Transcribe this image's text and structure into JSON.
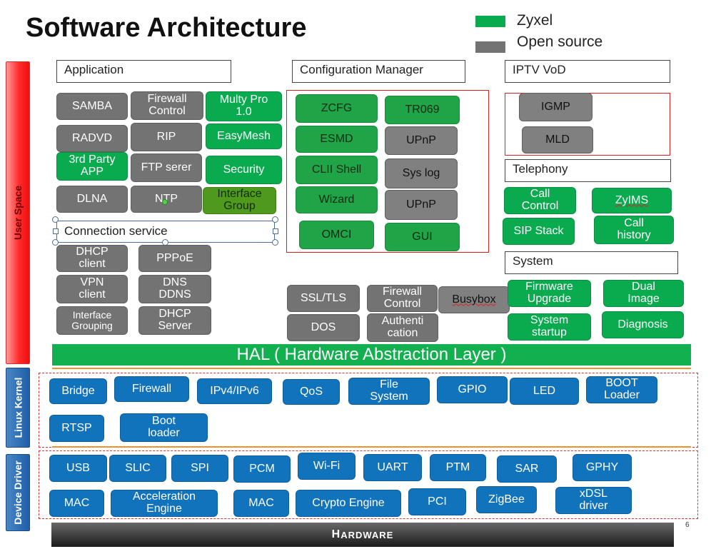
{
  "title": "Software Architecture",
  "legend": {
    "zyxel": "Zyxel",
    "open_source": "Open source",
    "colors": {
      "zyxel": "#0aaa4f",
      "open_source": "#737373"
    }
  },
  "side_labels": {
    "user_space": "User Space",
    "linux_kernel": "Linux Kernel",
    "device_driver": "Device Driver"
  },
  "headers": {
    "application": "Application",
    "config_manager": "Configuration Manager",
    "iptv": "IPTV VoD",
    "telephony": "Telephony",
    "system": "System",
    "connection_service": "Connection service"
  },
  "application": {
    "samba": "SAMBA",
    "firewall_control": "Firewall\nControl",
    "multy_pro": "Multy Pro\n1.0",
    "radvd": "RADVD",
    "rip": "RIP",
    "easymesh": "EasyMesh",
    "third_party": "3rd Party\nAPP",
    "ftp": "FTP serer",
    "security": "Security",
    "dlna": "DLNA",
    "ntp": "NTP",
    "interface_group": "Interface\nGroup"
  },
  "connection": {
    "dhcp_client": "DHCP\nclient",
    "pppoe": "PPPoE",
    "vpn_client": "VPN\nclient",
    "dns_ddns": "DNS\nDDNS",
    "interface_grouping": "Interface\nGrouping",
    "dhcp_server": "DHCP\nServer"
  },
  "config_manager": {
    "zcfg": "ZCFG",
    "tr069": "TR069",
    "esmd": "ESMD",
    "upnp_1": "UPnP",
    "clii_shell": "CLII Shell",
    "syslog": "Sys log",
    "wizard": "Wizard",
    "upnp_2": "UPnP",
    "omci": "OMCI",
    "gui": "GUI"
  },
  "middle": {
    "ssl_tls": "SSL/TLS",
    "firewall_control": "Firewall\nControl",
    "busybox": "Busybox",
    "dos": "DOS",
    "authentication": "Authenti\ncation"
  },
  "iptv": {
    "igmp": "IGMP",
    "mld": "MLD"
  },
  "telephony": {
    "call_control": "Call\nControl",
    "zyims": "ZyIMS",
    "sip_stack": "SIP Stack",
    "call_history": "Call\nhistory"
  },
  "system": {
    "firmware_upgrade": "Firmware\nUpgrade",
    "dual_image": "Dual\nImage",
    "system_startup": "System\nstartup",
    "diagnosis": "Diagnosis"
  },
  "hal": "HAL ( Hardware Abstraction Layer )",
  "kernel": {
    "bridge": "Bridge",
    "firewall": "Firewall",
    "ipv4_ipv6": "IPv4/IPv6",
    "qos": "QoS",
    "file_system": "File\nSystem",
    "gpio": "GPIO",
    "led": "LED",
    "boot_loader_caps": "BOOT\nLoader",
    "rtsp": "RTSP",
    "boot_loader": "Boot\nloader"
  },
  "driver": {
    "usb": "USB",
    "slic": "SLIC",
    "spi": "SPI",
    "pcm": "PCM",
    "wifi": "Wi-Fi",
    "uart": "UART",
    "ptm": "PTM",
    "sar": "SAR",
    "gphy": "GPHY",
    "mac_1": "MAC",
    "acceleration_engine": "Acceleration\nEngine",
    "mac_2": "MAC",
    "crypto_engine": "Crypto Engine",
    "pci": "PCI",
    "zigbee": "ZigBee",
    "xdsl_driver": "xDSL\ndriver"
  },
  "hardware": {
    "first": "H",
    "rest": "ARDWARE"
  },
  "page_number": "6"
}
